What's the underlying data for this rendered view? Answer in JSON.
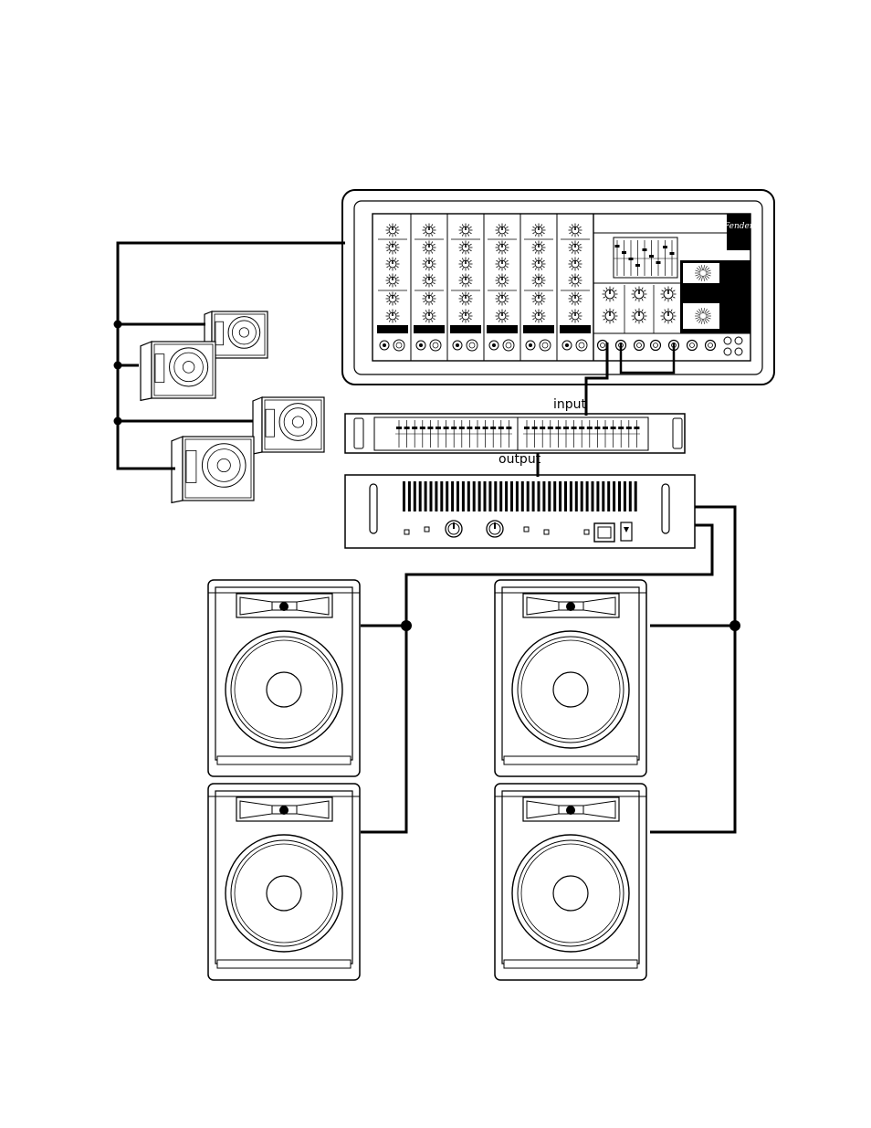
{
  "labels": {
    "eq_input": "input",
    "eq_output": "output"
  },
  "mixer": {
    "brand": "Fender"
  },
  "colors": {
    "line": "#000000",
    "background": "#ffffff"
  }
}
